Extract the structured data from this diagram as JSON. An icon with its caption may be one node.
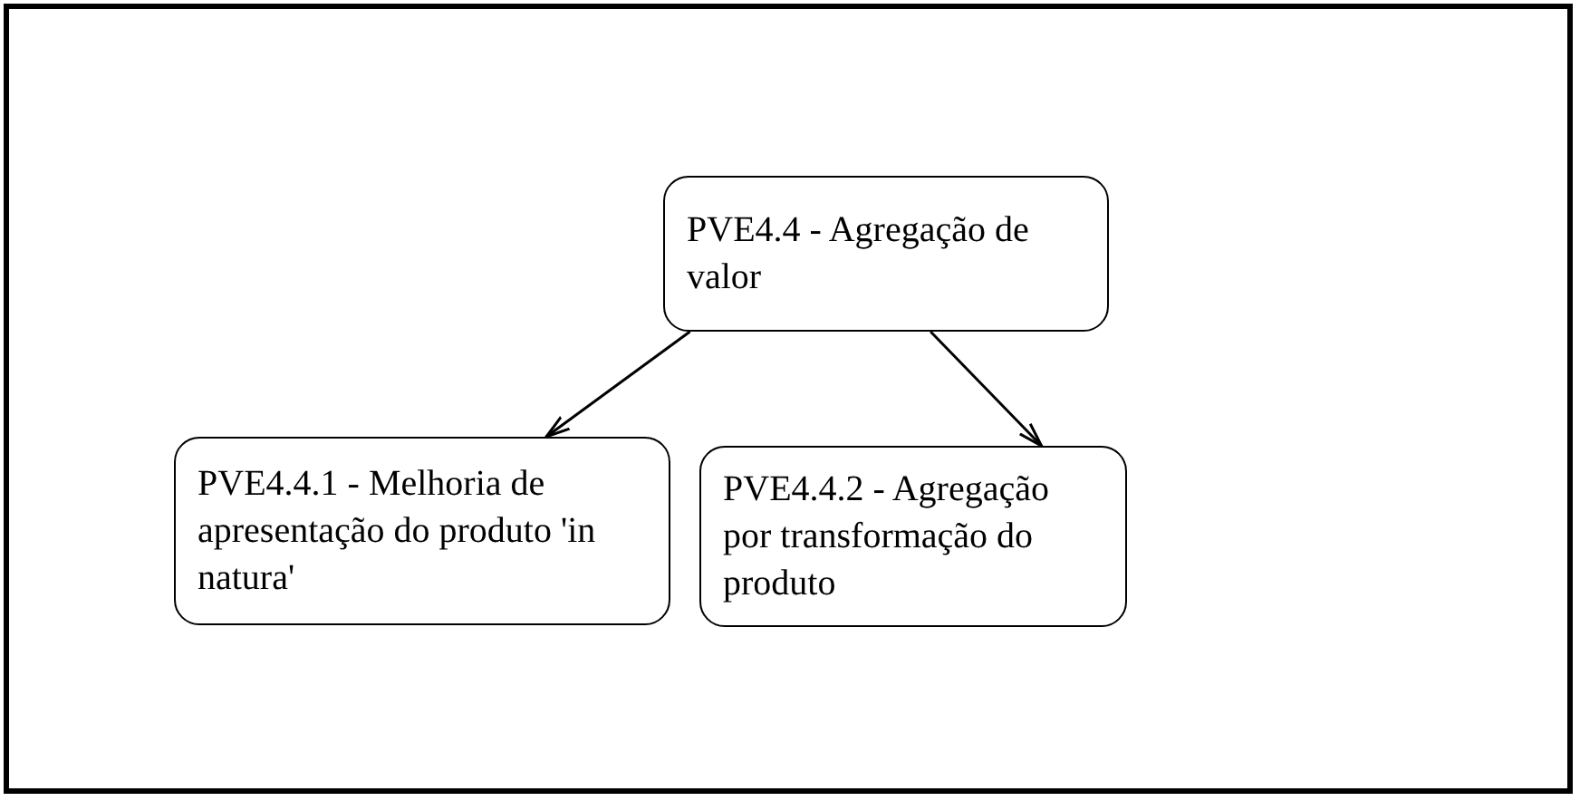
{
  "diagram": {
    "nodes": [
      {
        "text": [
          "PVE4.4 - Agregação de valor"
        ]
      },
      {
        "text": [
          "PVE4.4.1 - Melhoria de apresentação do produto 'in natura'"
        ]
      },
      {
        "text": [
          "PVE4.4.2 - Agregação por transformação do produto"
        ]
      }
    ],
    "edges": [
      {
        "from": 0,
        "to": 1,
        "arrow": "to"
      },
      {
        "from": 0,
        "to": 2,
        "arrow": "to"
      }
    ]
  }
}
